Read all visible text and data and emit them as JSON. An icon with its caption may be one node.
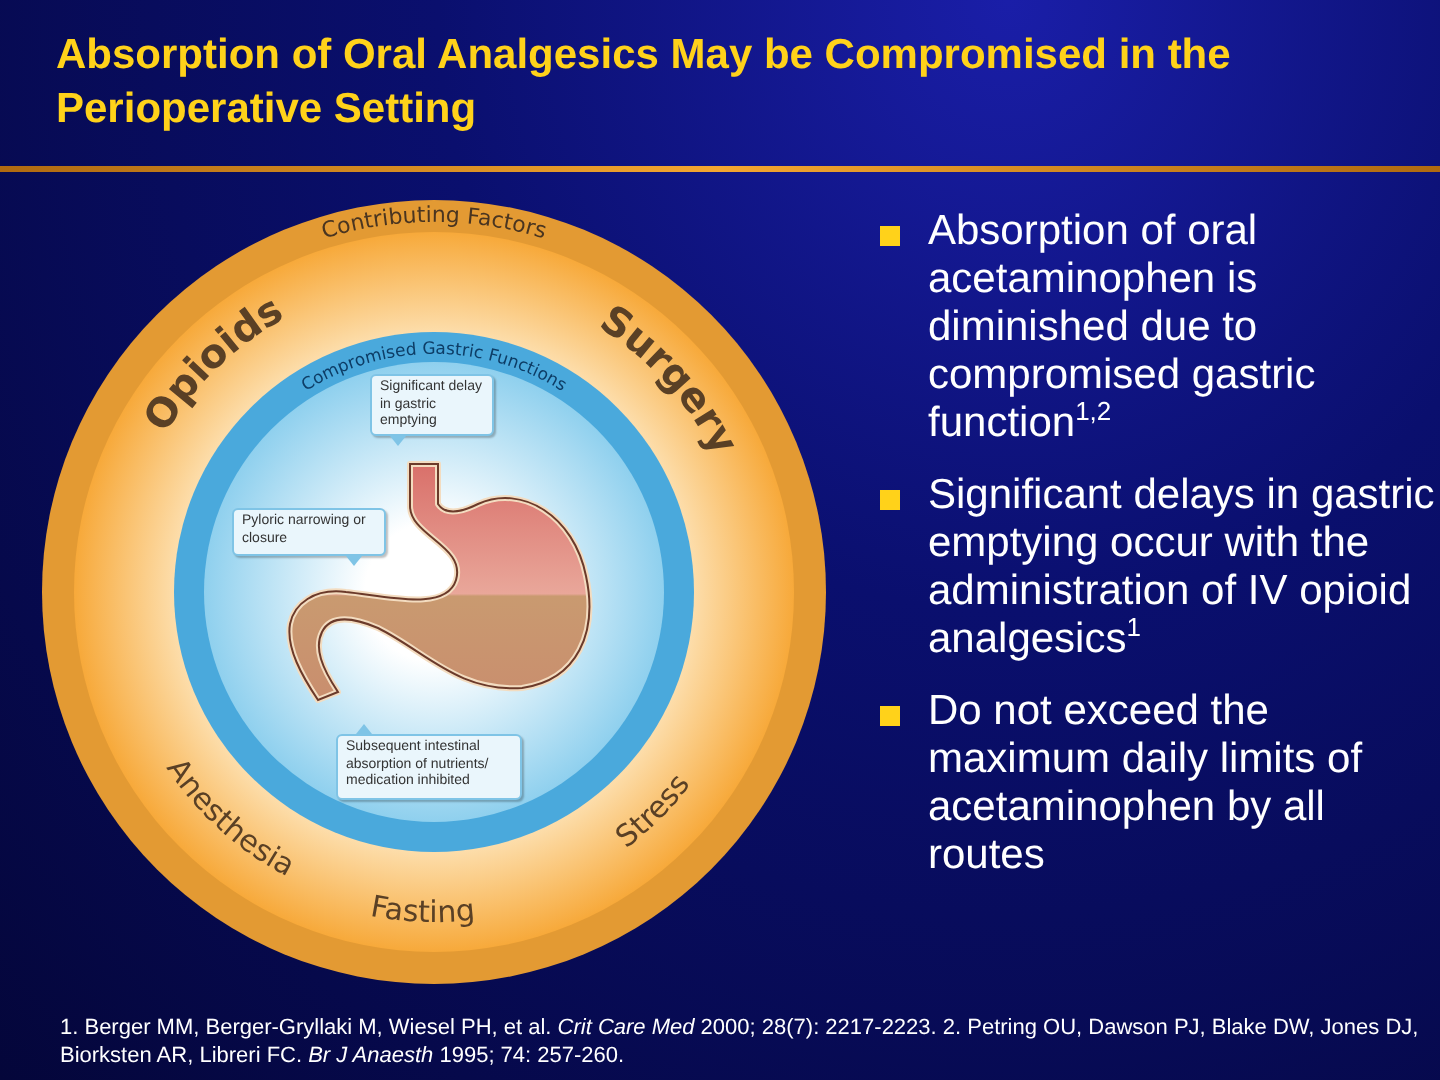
{
  "diagram": {
    "title": "Absorption of Oral Analgesics May be Compromised in the Perioperative Setting",
    "nodes": [
      {
        "text": [
          "Contributing Factors"
        ]
      },
      {
        "text": [
          "Compromised Gastric Functions"
        ],
        "in": 0
      },
      {
        "text": [
          "Significant delay in gastric emptying"
        ],
        "in": 1
      },
      {
        "text": [
          "Pyloric narrowing or closure"
        ],
        "in": 1
      },
      {
        "text": [],
        "shape": "picture",
        "in": 1
      },
      {
        "text": [
          "Subsequent intestinal absorption of nutrients/ medication inhibited"
        ],
        "in": 1
      }
    ],
    "labels": [
      "Opioids",
      "Surgery",
      "Anesthesia",
      "Stress",
      "Fasting",
      "Absorption of oral acetaminophen is diminished due to compromised gastric function$^{1,2}$",
      "Significant delays in gastric emptying occur with the administration of IV opioid analgesics$^{1}$",
      "Do not exceed the maximum daily limits of acetaminophen by all routes",
      "1. Berger MM, Berger-Gryllaki M, Wiesel PH, et al. *Crit Care Med* 2000; 28(7): 2217-2223.  2. Petring OU, Dawson PJ, Blake DW, Jones DJ, Biorksten AR, Libreri FC. *Br J Anaesth* 1995; 74: 257-260."
    ]
  }
}
